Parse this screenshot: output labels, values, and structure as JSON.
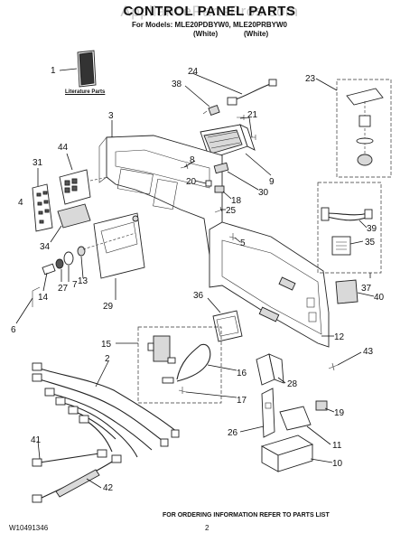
{
  "diagram": {
    "watermark": "AppliancePartsPros.com",
    "title": "CONTROL PANEL PARTS",
    "models_line": "For Models: MLE20PDBYW0, MLE20PRBYW0",
    "model_color_1": "(White)",
    "model_color_2": "(White)",
    "literature_label": "Literature Parts",
    "footer_left": "W10491346",
    "footer_page": "2",
    "footer_note": "FOR ORDERING INFORMATION REFER TO PARTS LIST",
    "callouts": [
      "1",
      "2",
      "3",
      "4",
      "5",
      "6",
      "7",
      "8",
      "9",
      "10",
      "11",
      "12",
      "13",
      "14",
      "15",
      "16",
      "17",
      "18",
      "19",
      "20",
      "21",
      "23",
      "24",
      "25",
      "26",
      "27",
      "28",
      "29",
      "30",
      "31",
      "34",
      "35",
      "36",
      "37",
      "38",
      "39",
      "40",
      "41",
      "42",
      "43",
      "44"
    ]
  }
}
